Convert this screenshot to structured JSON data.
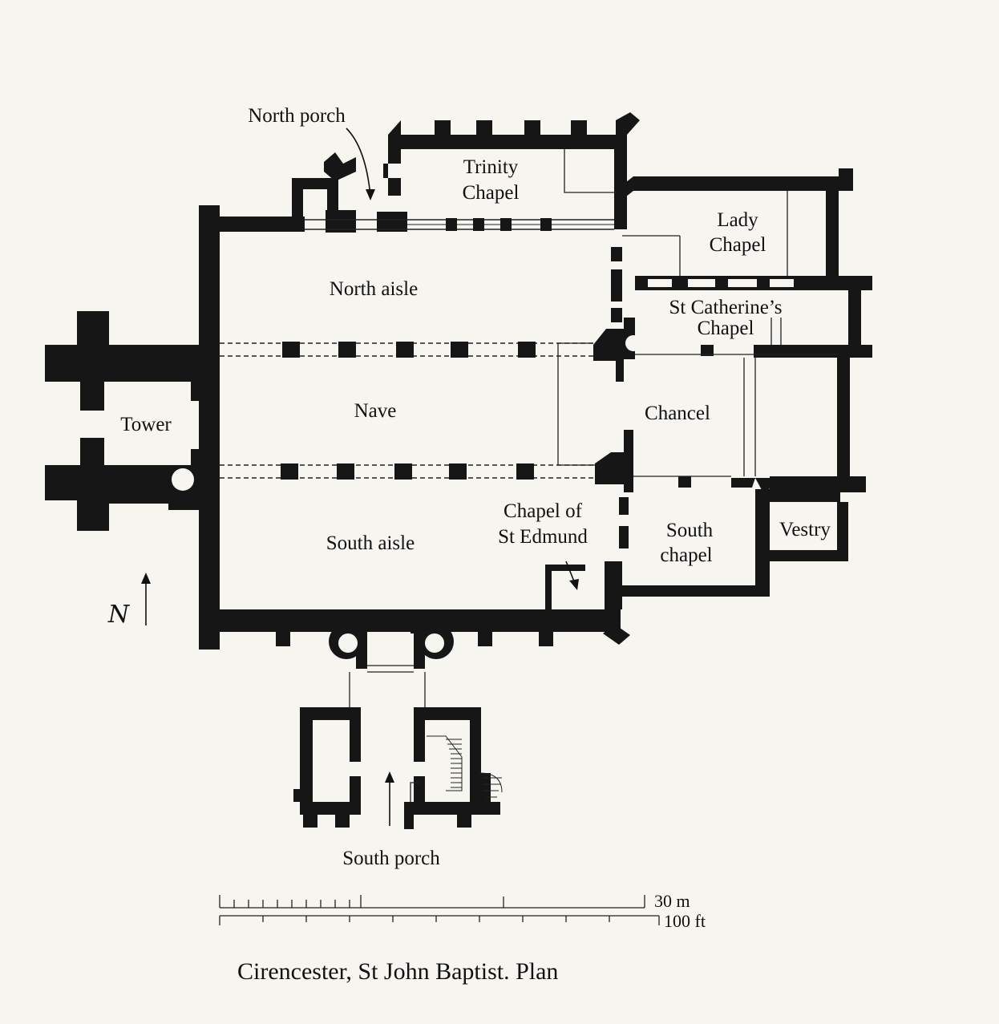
{
  "labels": {
    "north_porch": "North porch",
    "trinity_1": "Trinity",
    "trinity_2": "Chapel",
    "lady_1": "Lady",
    "lady_2": "Chapel",
    "north_aisle": "North aisle",
    "catherine_1": "St Catherine’s",
    "catherine_2": "Chapel",
    "tower": "Tower",
    "nave": "Nave",
    "chancel": "Chancel",
    "edmund_1": "Chapel of",
    "edmund_2": "St Edmund",
    "south_aisle": "South aisle",
    "south_chapel_1": "South",
    "south_chapel_2": "chapel",
    "vestry": "Vestry",
    "south_porch": "South porch",
    "north_marker": "N"
  },
  "scale": {
    "metric": "30 m",
    "imperial": "100 ft"
  },
  "caption": "Cirencester, St John Baptist. Plan",
  "colors": {
    "wall": "#161616",
    "line": "#222222",
    "paper": "#f7f5f0"
  }
}
